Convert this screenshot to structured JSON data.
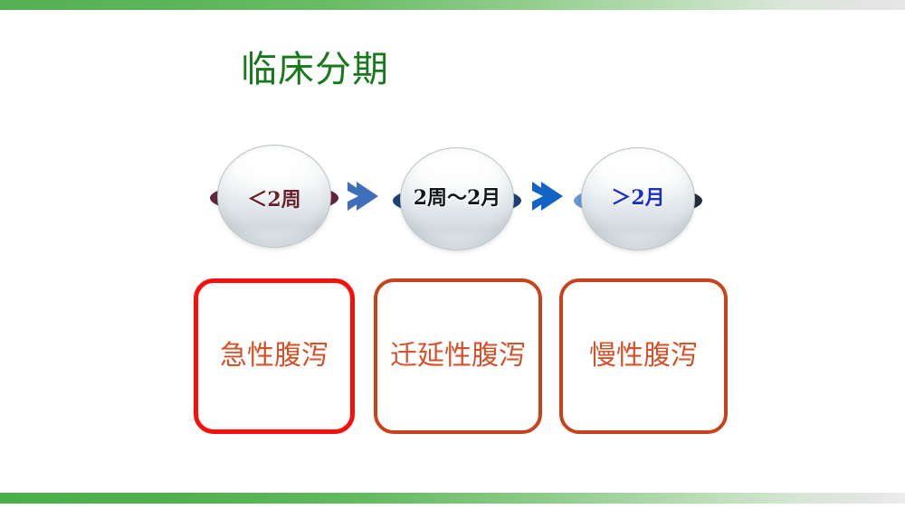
{
  "slide": {
    "title": "临床分期",
    "title_color": "#16791b",
    "background": "#ffffff"
  },
  "decoration": {
    "top_bar": {
      "name": "top-green-gradient-bar",
      "start_color": "#55b254",
      "end_color": "#e6e6e6"
    },
    "bottom_bar": {
      "name": "bottom-green-gradient-bar",
      "start_color": "#4aaf4a",
      "end_color": "#ececec"
    }
  },
  "stages": [
    {
      "label": "＜2周",
      "text_color": "#6b1f28",
      "ring_color": "#7a3551",
      "icon": "glossy-sphere"
    },
    {
      "label": "2周～2月",
      "text_color": "#12161a",
      "ring_color": "#2b5793",
      "icon": "glossy-sphere"
    },
    {
      "label": "＞2月",
      "text_color": "#1a2ecb",
      "ring_color": "#2a4f86",
      "icon": "glossy-sphere"
    }
  ],
  "arrows": [
    {
      "icon": "chevron-right-icon",
      "color": "#3f6fba"
    },
    {
      "icon": "chevron-right-icon",
      "color": "#1263c4"
    }
  ],
  "classifications": [
    {
      "label": "急性腹泻",
      "border_color": "#fc0d09",
      "text_color": "#d5512a",
      "highlighted": true
    },
    {
      "label": "迁延性腹泻",
      "border_color": "#c8421a",
      "text_color": "#d5512a",
      "highlighted": false
    },
    {
      "label": "慢性腹泻",
      "border_color": "#c8421a",
      "text_color": "#d5512a",
      "highlighted": false
    }
  ]
}
